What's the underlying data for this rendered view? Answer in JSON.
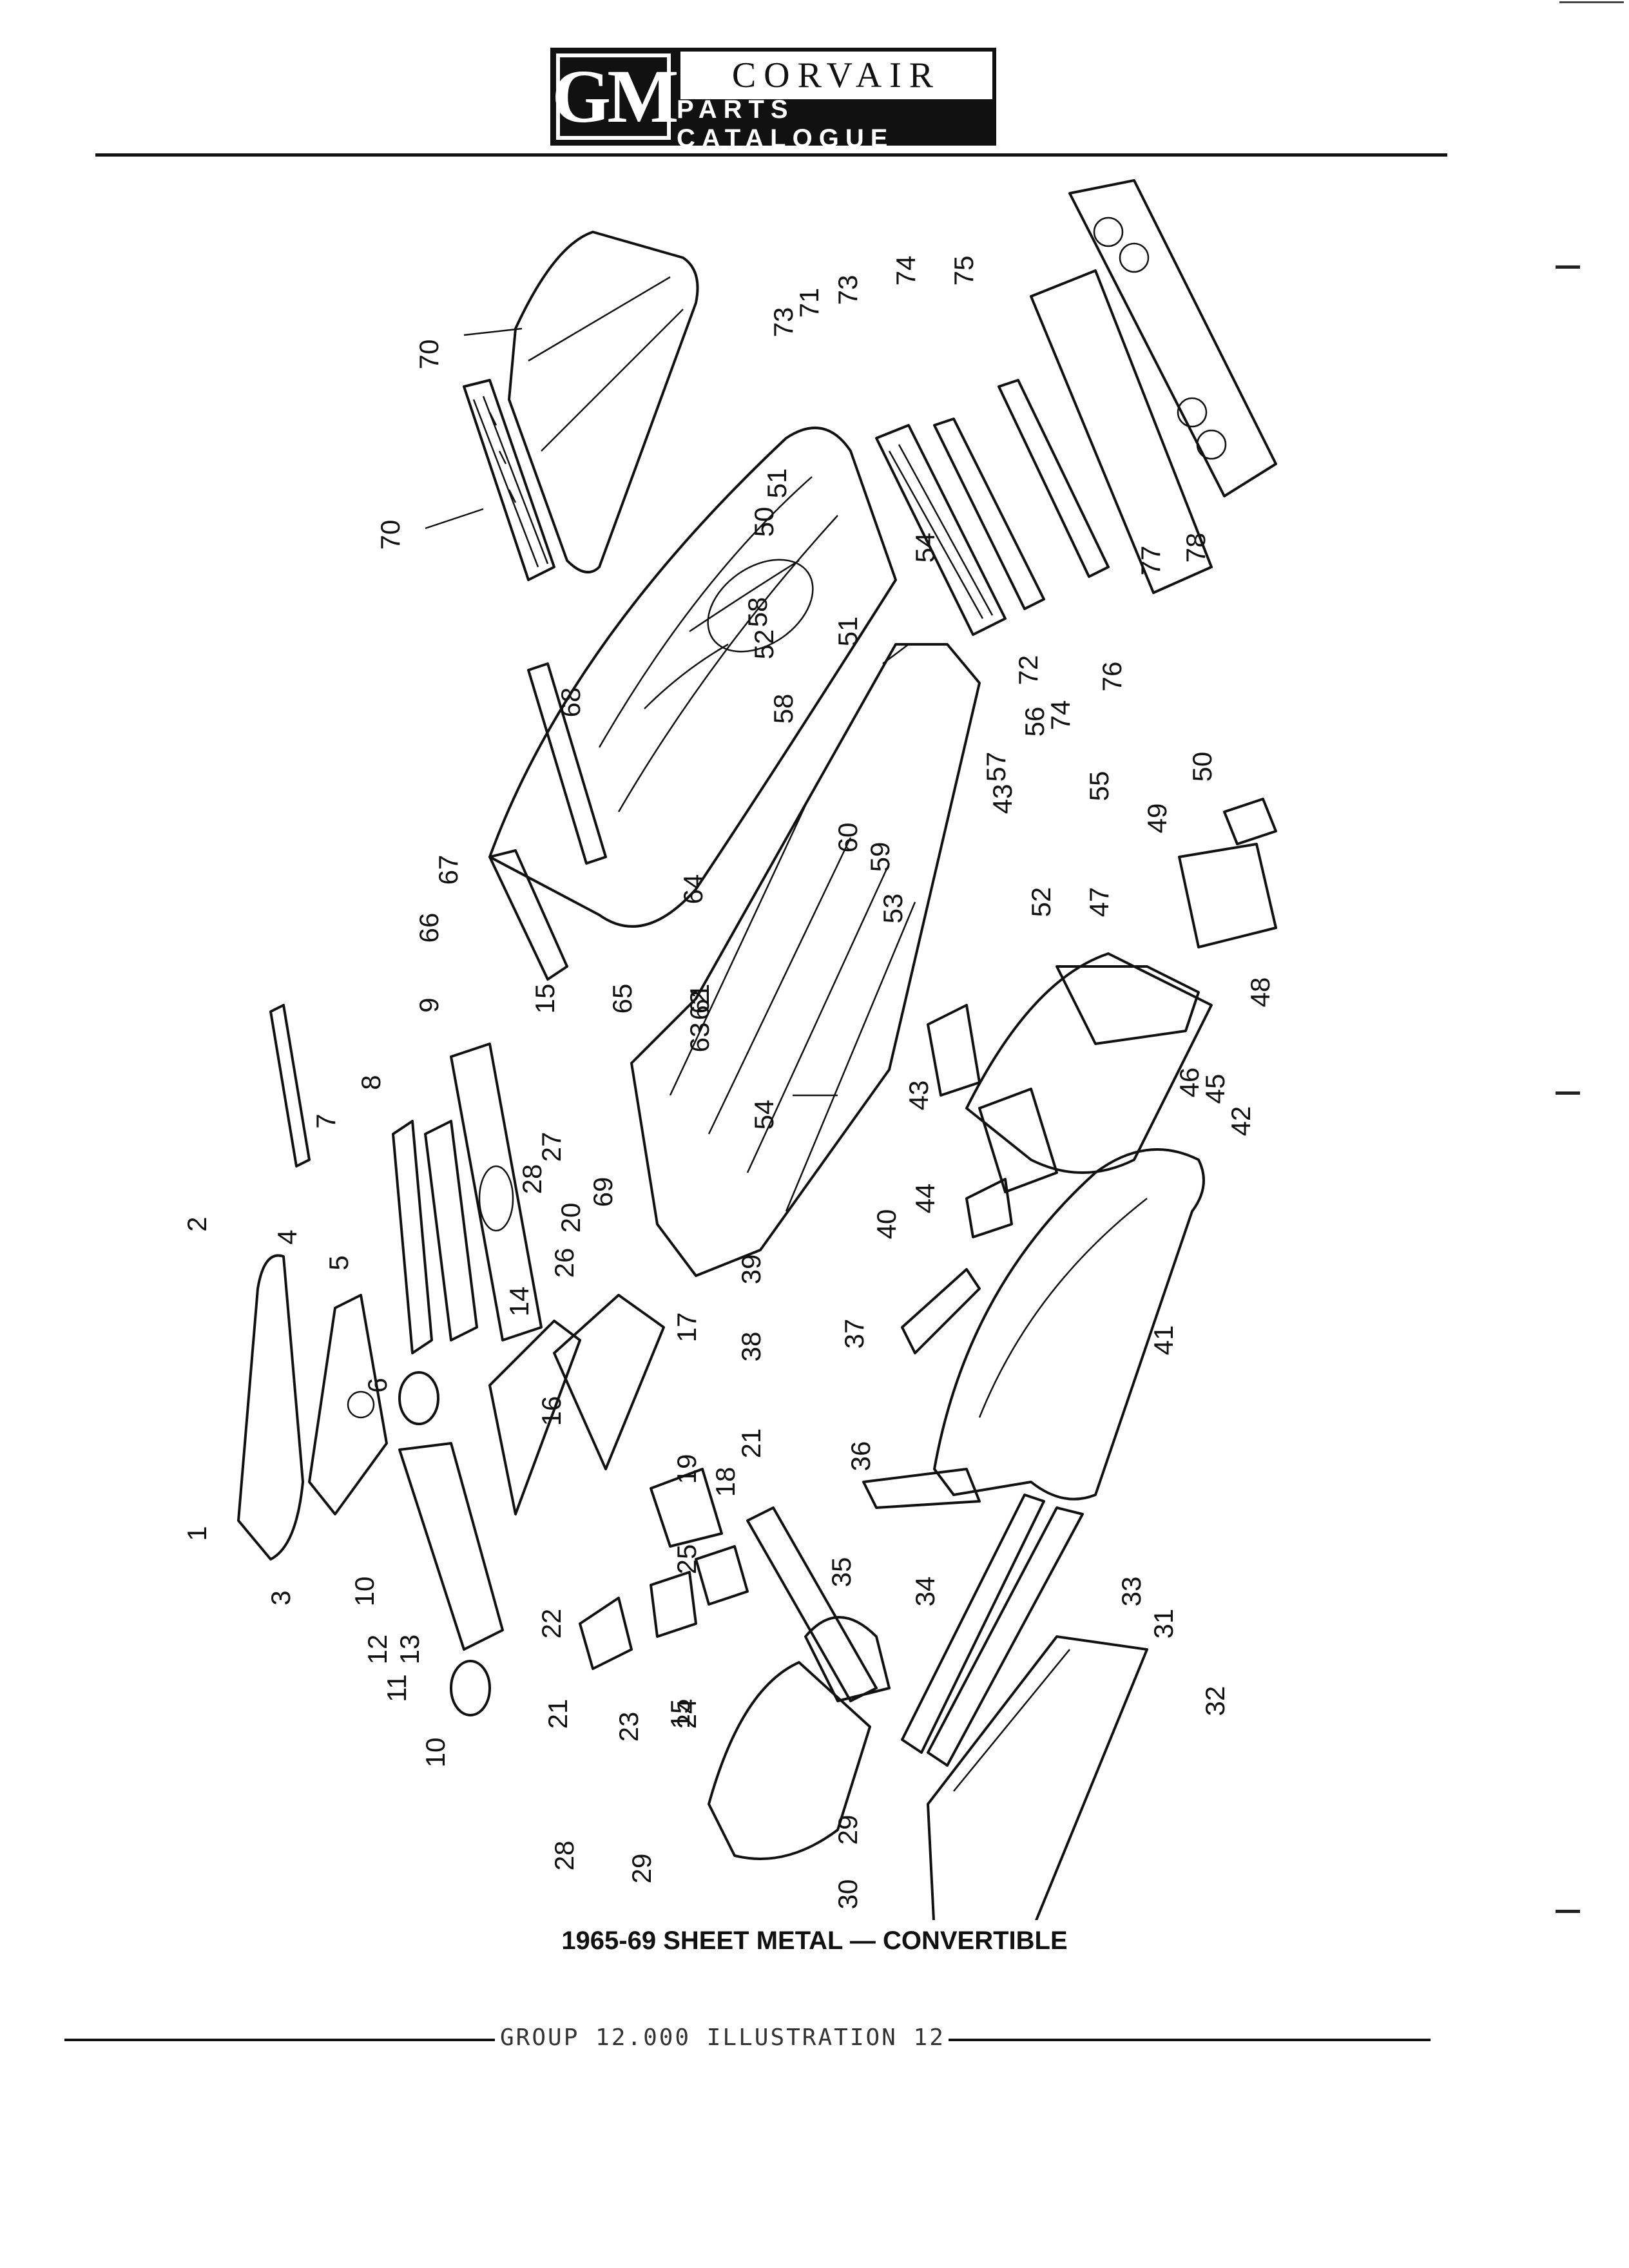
{
  "header": {
    "logo": "GM",
    "brand_top": "CORVAIR",
    "brand_bottom": "PARTS CATALOGUE"
  },
  "caption": "1965-69 SHEET METAL — CONVERTIBLE",
  "footer": "GROUP 12.000 ILLUSTRATION 12",
  "callouts": [
    "1",
    "2",
    "3",
    "4",
    "5",
    "6",
    "7",
    "8",
    "9",
    "10",
    "10",
    "11",
    "12",
    "13",
    "14",
    "15",
    "15",
    "16",
    "17",
    "18",
    "19",
    "20",
    "21",
    "21",
    "22",
    "23",
    "24",
    "25",
    "26",
    "27",
    "28",
    "28",
    "29",
    "29",
    "30",
    "31",
    "32",
    "33",
    "34",
    "35",
    "36",
    "37",
    "38",
    "39",
    "40",
    "41",
    "42",
    "43",
    "43",
    "44",
    "45",
    "46",
    "47",
    "48",
    "49",
    "50",
    "50",
    "51",
    "51",
    "52",
    "52",
    "53",
    "54",
    "54",
    "55",
    "56",
    "57",
    "58",
    "58",
    "59",
    "60",
    "61",
    "62",
    "63",
    "64",
    "65",
    "66",
    "67",
    "68",
    "69",
    "70",
    "70",
    "71",
    "72",
    "73",
    "73",
    "74",
    "74",
    "75",
    "76",
    "77",
    "78"
  ]
}
